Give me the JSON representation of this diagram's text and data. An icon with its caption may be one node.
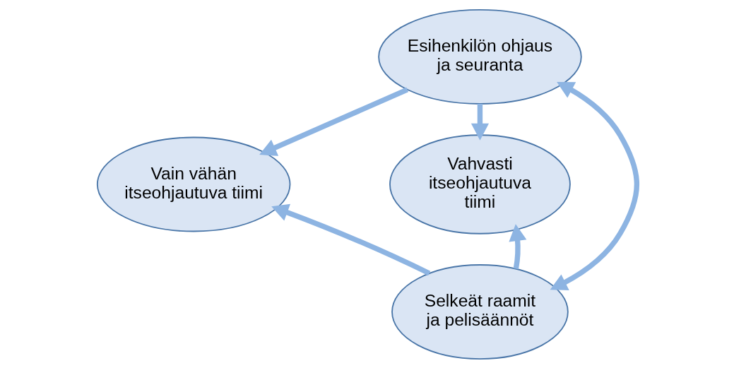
{
  "diagram": {
    "nodes": [
      {
        "text": [
          "Esihenkilön ohjaus ja seuranta"
        ]
      },
      {
        "text": [
          "Vain vähän itseohjautuva tiimi"
        ]
      },
      {
        "text": [
          "Vahvasti itseohjautuva tiimi"
        ]
      },
      {
        "text": [
          "Selkeät raamit ja pelisäännöt"
        ]
      }
    ],
    "edges": [
      {
        "from": 0,
        "to": 1,
        "arrow": "to"
      },
      {
        "from": 0,
        "to": 2,
        "arrow": "to"
      },
      {
        "from": 0,
        "to": 3,
        "arrow": "both"
      },
      {
        "from": 3,
        "to": 1,
        "arrow": "to"
      },
      {
        "from": 3,
        "to": 2,
        "arrow": "to"
      }
    ]
  }
}
